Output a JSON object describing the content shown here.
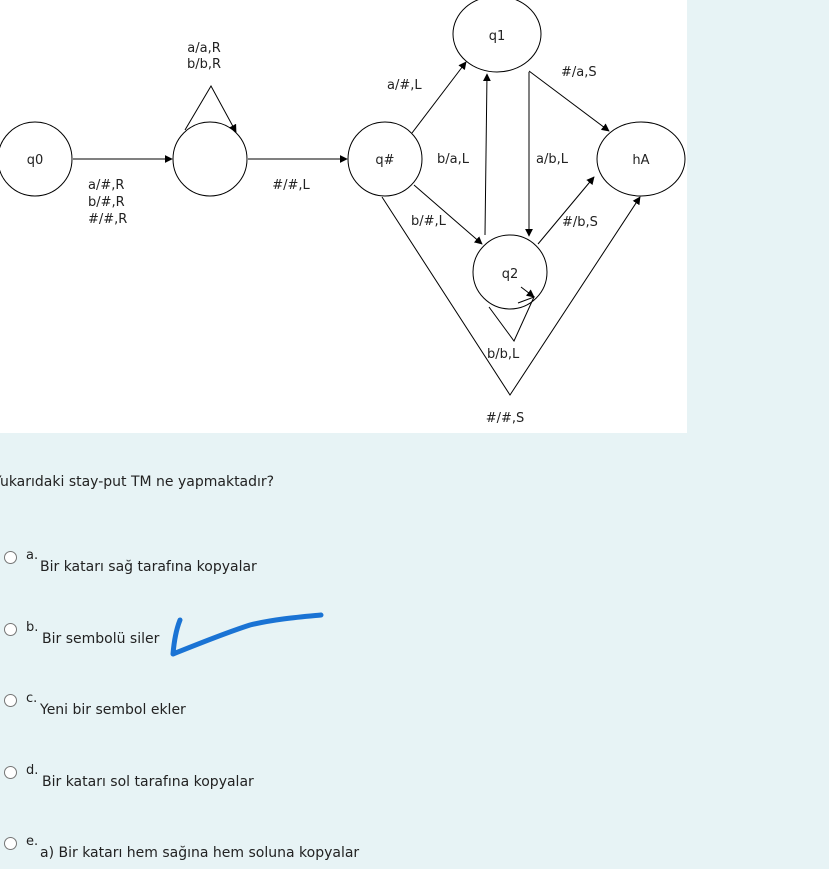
{
  "diagram": {
    "states": {
      "q0": "q0",
      "unnamed": "",
      "q_hash": "q#",
      "q1": "q1",
      "q2": "q2",
      "hA": "hA"
    },
    "transitions": {
      "loop1_line1": "a/a,R",
      "loop1_line2": "b/b,R",
      "q0_to_s1_line1": "a/#,R",
      "q0_to_s1_line2": "b/#,R",
      "q0_to_s1_line3": "#/#,R",
      "s1_to_qhash": "#/#,L",
      "qhash_to_q1": "a/#,L",
      "qhash_to_q2": "b/#,L",
      "q2_to_q1": "b/a,L",
      "q1_to_q2": "a/b,L",
      "q1_to_hA": "#/a,S",
      "q2_to_hA": "#/b,S",
      "q2_loop": "b/b,L",
      "qhash_to_hA": "#/#,S"
    }
  },
  "quiz": {
    "question": "Yukarıdaki stay-put TM ne yapmaktadır?",
    "options": [
      {
        "letter": "a.",
        "text": "Bir katarı sağ tarafına kopyalar"
      },
      {
        "letter": "b.",
        "text": "Bir sembolü siler"
      },
      {
        "letter": "c.",
        "text": "Yeni bir sembol ekler"
      },
      {
        "letter": "d.",
        "text": "Bir katarı sol tarafına kopyalar"
      },
      {
        "letter": "e.",
        "text": "a) Bir katarı hem sağına hem soluna kopyalar"
      }
    ]
  },
  "colors": {
    "page_background": "#e7f3f5",
    "diagram_background": "#ffffff",
    "annotation_mark": "#1a73d4"
  }
}
